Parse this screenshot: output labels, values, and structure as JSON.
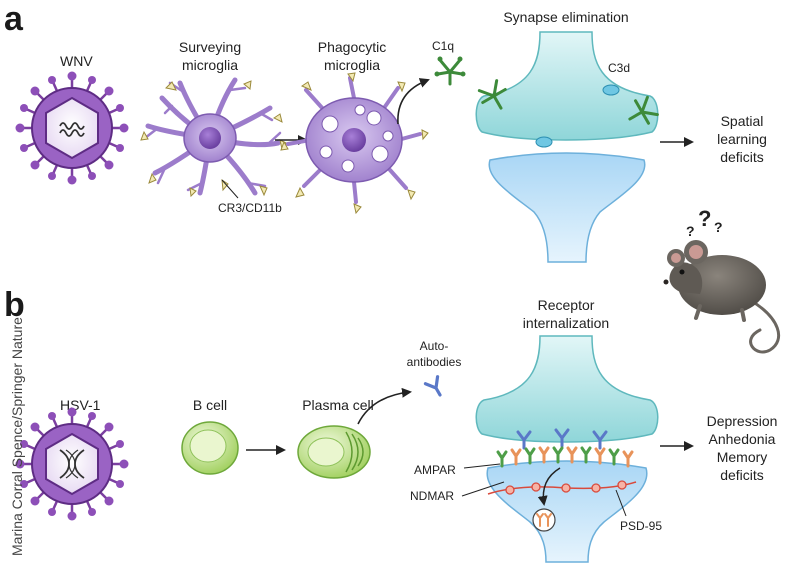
{
  "credit": "Marina Corral Spence/Springer Nature",
  "panel_a": {
    "letter": "a",
    "virus_label": "WNV",
    "surveying_line1": "Surveying",
    "surveying_line2": "microglia",
    "phagocytic_line1": "Phagocytic",
    "phagocytic_line2": "microglia",
    "receptor_label": "CR3/CD11b",
    "c1q_label": "C1q",
    "c3d_label": "C3d",
    "synapse_title": "Synapse elimination",
    "outcome_line1": "Spatial",
    "outcome_line2": "learning",
    "outcome_line3": "deficits"
  },
  "mouse": {
    "marks": [
      "?",
      "?",
      "?"
    ]
  },
  "panel_b": {
    "letter": "b",
    "virus_label": "HSV-1",
    "bcell_label": "B cell",
    "plasma_label": "Plasma cell",
    "auto_line1": "Auto-",
    "auto_line2": "antibodies",
    "receptor_title_line1": "Receptor",
    "receptor_title_line2": "internalization",
    "ampar_label": "AMPAR",
    "ndmar_label": "NDMAR",
    "psd_label": "PSD-95",
    "outcome_line1": "Depression",
    "outcome_line2": "Anhedonia",
    "outcome_line3": "Memory",
    "outcome_line4": "deficits"
  },
  "colors": {
    "virus_purple": "#7b3fa0",
    "microglia_lilac": "#b49ad8",
    "synapse_cyan": "#a8e2e6",
    "postsyn_blue": "#c8e4f8",
    "cell_green": "#b8dc7a",
    "complement_green": "#3d8a3a",
    "antibody_blue": "#5a78c8",
    "receptor_orange": "#e8935a",
    "psd_red": "#d94a3c",
    "mouse_gray": "#6b6660"
  }
}
